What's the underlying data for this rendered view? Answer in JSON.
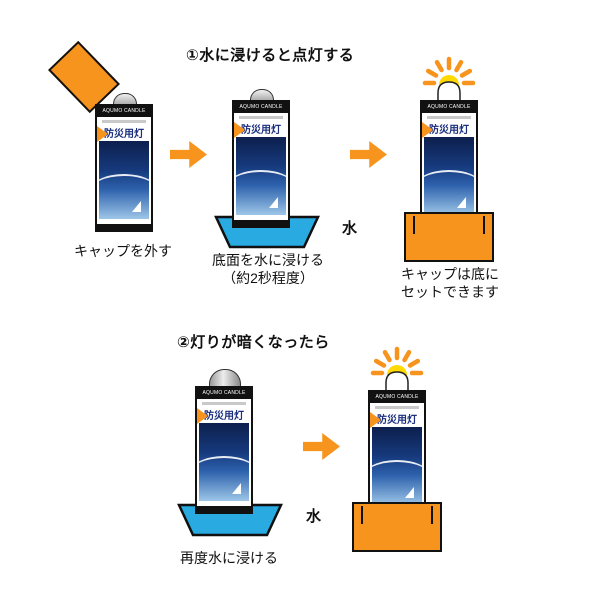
{
  "diagram": {
    "step1": {
      "title": "①水に浸けると点灯する",
      "caption_remove": "キャップを外す",
      "caption_soak_1": "底面を水に浸ける",
      "caption_soak_2": "（約2秒程度）",
      "caption_set_1": "キャップは底に",
      "caption_set_2": "セットできます",
      "water": "水"
    },
    "step2": {
      "title": "②灯りが暗くなったら",
      "caption_resoak": "再度水に浸ける",
      "water": "水"
    },
    "label": {
      "brand": "AQUMO CANDLE",
      "product": "防災用灯"
    },
    "colors": {
      "cap_orange": "#F7941D",
      "water_blue": "#29ABE2",
      "label_navy": "#1B2F7E",
      "glow_yellow": "#FFD900",
      "outline_black": "#111111"
    }
  }
}
